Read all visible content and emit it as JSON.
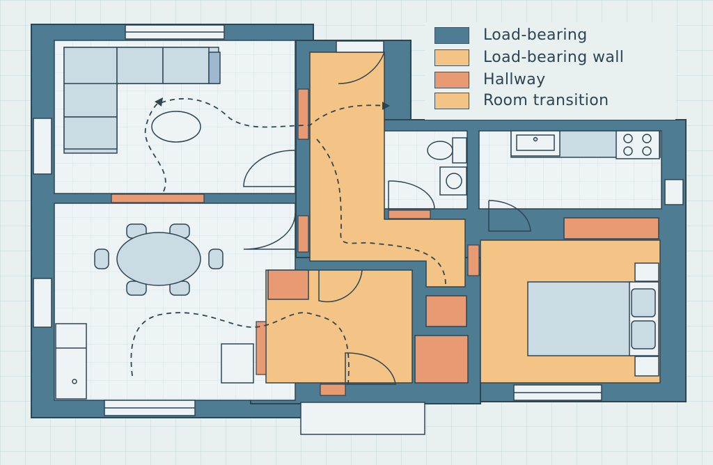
{
  "legend": {
    "items": [
      {
        "label": "Load-bearing",
        "color": "#4e7d93"
      },
      {
        "label": "Load-bearing wall",
        "color": "#f3c486"
      },
      {
        "label": "Hallway",
        "color": "#e89b72"
      },
      {
        "label": "Room transition",
        "color": "#f3c486"
      }
    ]
  },
  "colors": {
    "background": "#e8f1f0",
    "grid": "#c9dbe0",
    "wall": "#4e7d93",
    "hallway_floor": "#f3c486",
    "accent": "#e89b72",
    "room_floor": "#eef4f5",
    "furniture": "#cbdbe3",
    "line": "#2d4453"
  }
}
